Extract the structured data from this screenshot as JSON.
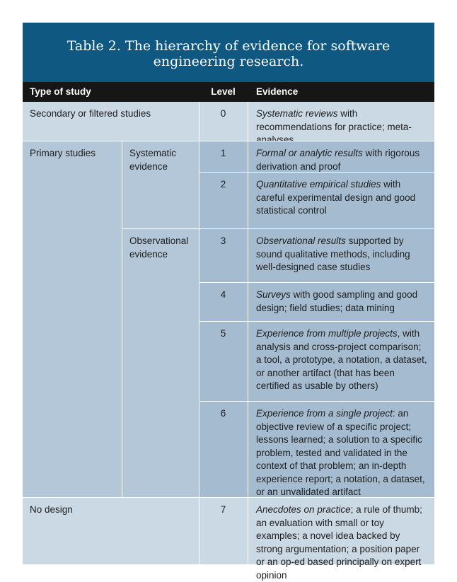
{
  "table": {
    "title_line1": "Table 2. The hierarchy of evidence for software",
    "title_line2": "engineering research.",
    "headers": {
      "type": "Type of study",
      "level": "Level",
      "evidence": "Evidence"
    },
    "groups": {
      "secondary": "Secondary or filtered studies",
      "primary": "Primary studies",
      "systematic": "Systematic evidence",
      "observational": "Observational evidence",
      "no_design": "No design"
    },
    "rows": [
      {
        "level": "0",
        "em": "Systematic reviews",
        "rest": " with recommendations for practice; meta-analyses"
      },
      {
        "level": "1",
        "em": "Formal or analytic results",
        "rest": " with rigorous derivation and proof"
      },
      {
        "level": "2",
        "em": "Quantitative empirical studies",
        "rest": " with careful experimental design and good statistical control"
      },
      {
        "level": "3",
        "em": "Observational results",
        "rest": " supported by sound qualitative methods, including well-designed case studies"
      },
      {
        "level": "4",
        "em": "Surveys",
        "rest": " with good sampling and good design; field studies; data mining"
      },
      {
        "level": "5",
        "em": "Experience from multiple projects",
        "rest": ", with analysis and cross-project comparison; a tool, a prototype, a notation, a dataset, or another artifact (that has been certified as usable by others)"
      },
      {
        "level": "6",
        "em": "Experience from a single project",
        "rest": ": an objective review of a specific project; lessons learned; a solution to a specific problem, tested and validated in the context of that problem; an in-depth experience report; a notation, a dataset, or an unvalidated artifact"
      },
      {
        "level": "7",
        "em": "Anecdotes on practice",
        "rest": "; a rule of thumb; an evaluation with small or toy examples; a novel idea backed by strong argumentation; a position paper or an op-ed based principally on expert opinion"
      }
    ]
  }
}
